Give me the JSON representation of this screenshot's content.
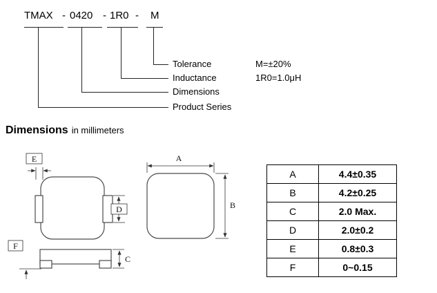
{
  "part_code": {
    "segments": [
      "TMAX",
      "0420",
      "1R0",
      "M"
    ],
    "separators": [
      "-",
      "-",
      "-"
    ],
    "callouts": {
      "tolerance": {
        "label": "Tolerance",
        "value": "M=±20%"
      },
      "inductance": {
        "label": "Inductance",
        "value": "1R0=1.0μH"
      },
      "dimensions": {
        "label": "Dimensions"
      },
      "product_series": {
        "label": "Product Series"
      }
    }
  },
  "dimensions_section": {
    "heading": "Dimensions",
    "heading_suffix": "in millimeters",
    "dim_labels": {
      "a": "A",
      "b": "B",
      "c": "C",
      "d": "D",
      "e": "E",
      "f": "F"
    },
    "table": {
      "rows": [
        {
          "param": "A",
          "value": "4.4±0.35"
        },
        {
          "param": "B",
          "value": "4.2±0.25"
        },
        {
          "param": "C",
          "value": "2.0 Max."
        },
        {
          "param": "D",
          "value": "2.0±0.2"
        },
        {
          "param": "E",
          "value": "0.8±0.3"
        },
        {
          "param": "F",
          "value": "0~0.15"
        }
      ]
    }
  }
}
